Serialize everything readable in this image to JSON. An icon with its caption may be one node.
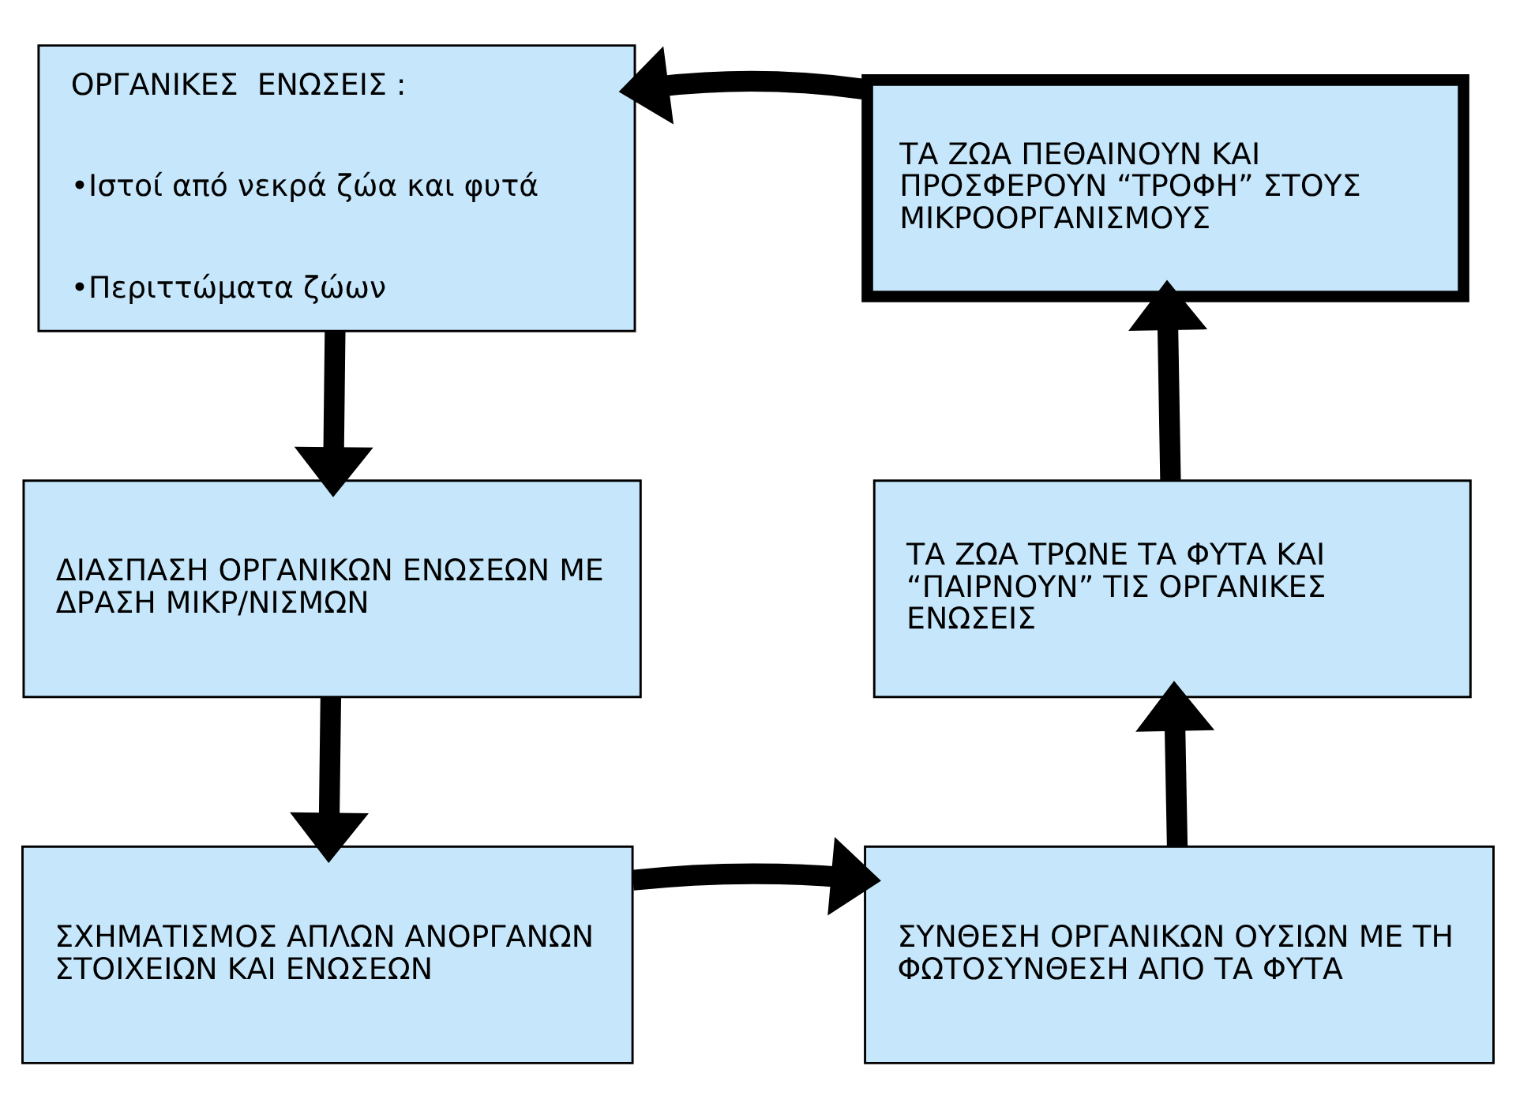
{
  "diagram": {
    "nodes": [
      {
        "text": [
          "ΟΡΓΑΝΙΚΕΣ  ΕΝΩΣΕΙΣ :",
          "•Ιστοί από νεκρά ζώα και φυτά",
          "•Περιττώματα ζώων"
        ]
      },
      {
        "text": [
          "ΔΙΑΣΠΑΣΗ ΟΡΓΑΝΙΚΩΝ ΕΝΩΣΕΩΝ ΜΕ ΔΡΑΣΗ ΜΙΚΡ/ΝΙΣΜΩΝ"
        ]
      },
      {
        "text": [
          "ΣΧΗΜΑΤΙΣΜΟΣ ΑΠΛΩΝ ΑΝΟΡΓΑΝΩΝ ΣΤΟΙΧΕΙΩΝ ΚΑΙ ΕΝΩΣΕΩΝ"
        ]
      },
      {
        "text": [
          "ΣΥΝΘΕΣΗ ΟΡΓΑΝΙΚΩΝ ΟΥΣΙΩΝ ΜΕ ΤΗ ΦΩΤΟΣΥΝΘΕΣΗ ΑΠΟ ΤΑ ΦΥΤΑ"
        ]
      },
      {
        "text": [
          "ΤΑ ΖΩΑ ΤΡΩΝΕ ΤΑ ΦΥΤΑ ΚΑΙ “ΠΑΙΡΝΟΥΝ” ΤΙΣ ΟΡΓΑΝΙΚΕΣ ΕΝΩΣΕΙΣ"
        ]
      },
      {
        "text": [
          "ΤΑ ΖΩΑ ΠΕΘΑΙΝΟΥΝ ΚΑΙ ΠΡΟΣΦΕΡΟΥΝ “ΤΡΟΦΗ” ΣΤΟΥΣ ΜΙΚΡΟΟΡΓΑΝΙΣΜΟΥΣ"
        ]
      }
    ],
    "edges": [
      {
        "from": 0,
        "to": 1,
        "arrow": "to"
      },
      {
        "from": 1,
        "to": 2,
        "arrow": "to"
      },
      {
        "from": 2,
        "to": 3,
        "arrow": "to"
      },
      {
        "from": 3,
        "to": 4,
        "arrow": "to"
      },
      {
        "from": 4,
        "to": 5,
        "arrow": "to"
      },
      {
        "from": 5,
        "to": 0,
        "arrow": "to"
      }
    ]
  }
}
